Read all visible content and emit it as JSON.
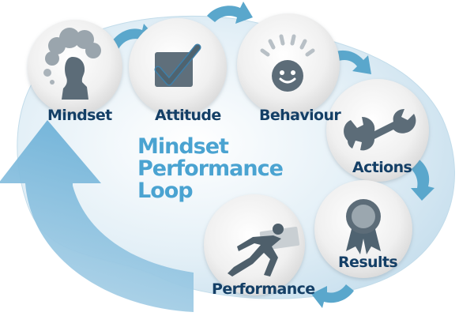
{
  "diagram": {
    "title_lines": [
      "Mindset",
      "Performance",
      "Loop"
    ],
    "nodes": [
      {
        "id": "mindset",
        "label": "Mindset",
        "icon": "thinking-head-icon"
      },
      {
        "id": "attitude",
        "label": "Attitude",
        "icon": "checkmark-icon"
      },
      {
        "id": "behaviour",
        "label": "Behaviour",
        "icon": "smiley-gauge-icon"
      },
      {
        "id": "actions",
        "label": "Actions",
        "icon": "wrench-icon"
      },
      {
        "id": "results",
        "label": "Results",
        "icon": "award-rosette-icon"
      },
      {
        "id": "performance",
        "label": "Performance",
        "icon": "sprinter-icon"
      }
    ],
    "colors": {
      "background_blob": "#d6e9f3",
      "circle_fill": "#f2f2f2",
      "label": "#143f66",
      "title": "#4aa3d1",
      "arrow": "#5aa7cc",
      "icon": "#546b7c"
    }
  }
}
